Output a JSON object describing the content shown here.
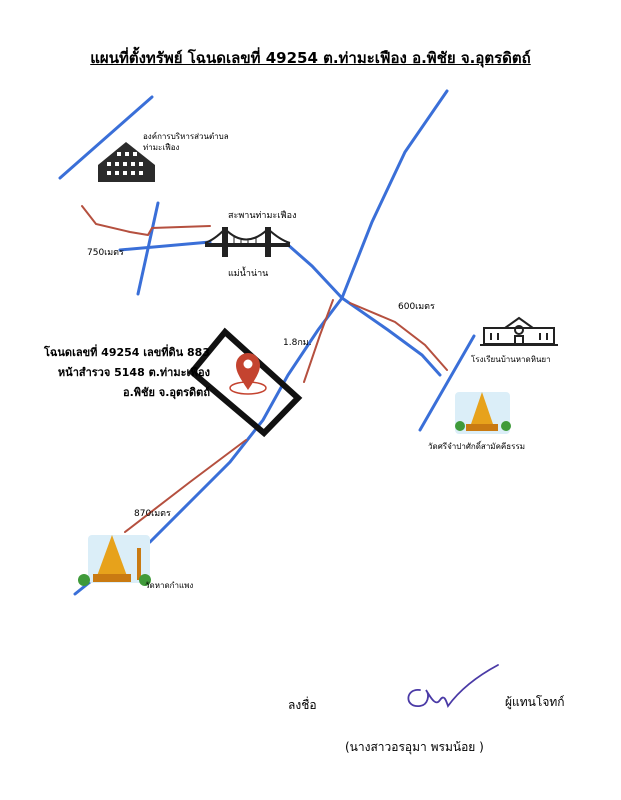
{
  "header": {
    "title": "แผนที่ตั้งทรัพย์ โฉนดเลขที่ 49254 ต.ท่ามะเฟือง อ.พิชัย จ.อุตรดิตถ์"
  },
  "map": {
    "landmarks": {
      "sao": "องค์การบริหารส่วนตำบล\nท่ามะเฟือง",
      "bridge": "สะพานท่ามะเฟือง",
      "river": "แม่น้ำน่าน",
      "school": "โรงเรียนบ้านหาดหินยา",
      "temple_right": "วัดศรีจำปาศักดิ์สามัคคีธรรม",
      "temple_bottom": "วัดหาดกำแพง"
    },
    "distances": {
      "d750": "750เมตร",
      "d600": "600เมตร",
      "d18": "1.8กม.",
      "d870": "870เมตร"
    },
    "parcel": {
      "line1": "โฉนดเลขที่ 49254 เลขที่ดิน 883",
      "line2": "หน้าสำรวจ 5148 ต.ท่ามะเฟือง",
      "line3": "อ.พิชัย  จ.อุตรดิตถ์"
    },
    "colors": {
      "road": "#3a6fd8",
      "route": "#b5503f",
      "pin": "#c4432f",
      "parcel": "#111111"
    }
  },
  "signature": {
    "sign_label": "ลงชื่อ",
    "role": "ผู้แทนโจทก์",
    "name": "(นางสาวอรอุมา พรมน้อย )"
  }
}
